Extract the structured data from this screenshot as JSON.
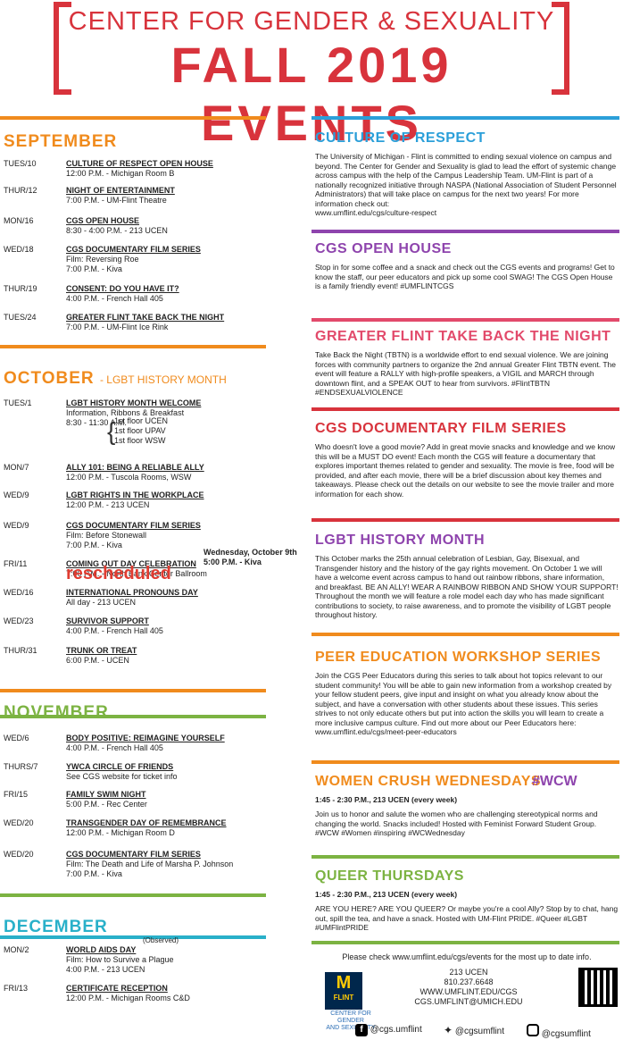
{
  "header": {
    "line1": "CENTER FOR GENDER & SEXUALITY",
    "line2": "FALL 2019 EVENTS"
  },
  "months": {
    "sep": "SEPTEMBER",
    "oct": "OCTOBER",
    "oct_sub": "- LGBT HISTORY MONTH",
    "nov": "NOVEMBER",
    "dec": "DECEMBER"
  },
  "sep": [
    {
      "date": "TUES/10",
      "name": "CULTURE OF RESPECT OPEN HOUSE",
      "l2": "12:00 P.M. - Michigan Room B",
      "l3": ""
    },
    {
      "date": "THUR/12",
      "name": "NIGHT OF ENTERTAINMENT",
      "l2": "7:00 P.M. - UM-Flint Theatre",
      "l3": ""
    },
    {
      "date": "MON/16",
      "name": "CGS OPEN HOUSE",
      "l2": "8:30 - 4:00 P.M. - 213 UCEN",
      "l3": ""
    },
    {
      "date": "WED/18",
      "name": "CGS DOCUMENTARY FILM SERIES",
      "l2": "Film: Reversing Roe",
      "l3": "7:00 P.M. - Kiva"
    },
    {
      "date": "THUR/19",
      "name": "CONSENT: DO YOU HAVE IT?",
      "l2": "4:00 P.M. - French Hall 405",
      "l3": ""
    },
    {
      "date": "TUES/24",
      "name": "GREATER FLINT TAKE BACK THE NIGHT",
      "l2": "7:00 P.M. - UM-Flint Ice Rink",
      "l3": ""
    }
  ],
  "oct": [
    {
      "date": "TUES/1",
      "name": "LGBT HISTORY MONTH WELCOME",
      "l2": "Information, Ribbons & Breakfast",
      "l3": "8:30 - 11:30 A.M."
    },
    {
      "date": "MON/7",
      "name": "ALLY 101: BEING A RELIABLE ALLY",
      "l2": "12:00 P.M. - Tuscola Rooms, WSW",
      "l3": ""
    },
    {
      "date": "WED/9",
      "name": "LGBT RIGHTS IN THE WORKPLACE",
      "l2": "12:00 P.M. - 213 UCEN",
      "l3": ""
    },
    {
      "date": "WED/9",
      "name": "CGS DOCUMENTARY FILM SERIES",
      "l2": "Film: Before Stonewall",
      "l3": "7:00 P.M. - Kiva"
    },
    {
      "date": "FRI/11",
      "name": "COMING OUT DAY CELEBRATION",
      "l2": "7:00 P.M. - North Bank Center Ballroom",
      "l3": ""
    },
    {
      "date": "WED/16",
      "name": "INTERNATIONAL PRONOUNS DAY",
      "l2": "All day - 213 UCEN",
      "l3": ""
    },
    {
      "date": "WED/23",
      "name": "SURVIVOR SUPPORT",
      "l2": "4:00 P.M. - French Hall 405",
      "l3": ""
    },
    {
      "date": "THUR/31",
      "name": "TRUNK OR TREAT",
      "l2": "6:00 P.M. - UCEN",
      "l3": ""
    }
  ],
  "floors": [
    "1st floor UCEN",
    "1st floor UPAV",
    "1st floor WSW"
  ],
  "resched": {
    "word": "rescheduled",
    "date": "Wednesday, October 9th",
    "time": "5:00 P.M. - Kiva"
  },
  "nov": [
    {
      "date": "WED/6",
      "name": "BODY POSITIVE: REIMAGINE YOURSELF",
      "l2": "4:00 P.M. - French Hall 405",
      "l3": ""
    },
    {
      "date": "THURS/7",
      "name": "YWCA CIRCLE OF FRIENDS",
      "l2": "See CGS website for ticket info",
      "l3": ""
    },
    {
      "date": "FRI/15",
      "name": "FAMILY SWIM NIGHT",
      "l2": "5:00 P.M. - Rec Center",
      "l3": ""
    },
    {
      "date": "WED/20",
      "name": "TRANSGENDER DAY OF REMEMBRANCE",
      "l2": "12:00 P.M. - Michigan Room D",
      "l3": ""
    },
    {
      "date": "WED/20",
      "name": "CGS DOCUMENTARY FILM SERIES",
      "l2": "Film: The Death and Life of Marsha P. Johnson",
      "l3": "7:00 P.M. - Kiva"
    }
  ],
  "dec": [
    {
      "date": "MON/2",
      "name": "WORLD AIDS DAY",
      "l2": "Film: How to Survive a Plague",
      "l3": "4:00 P.M. - 213 UCEN"
    },
    {
      "date": "FRI/13",
      "name": "CERTIFICATE RECEPTION",
      "l2": "12:00 P.M. - Michigan Rooms C&D",
      "l3": ""
    }
  ],
  "observed": "(Observed)",
  "sections": [
    {
      "title": "CULTURE OF RESPECT",
      "text": "The University of Michigan - Flint is committed to ending sexual violence on campus and beyond. The Center for Gender and Sexuality is glad to lead the effort of systemic change across campus with the help of the Campus Leadership Team. UM-Flint is part of a nationally recognized initiative through NASPA (National Association of Student Personnel Administrators) that will take place on campus for the next two years! For more information check out:",
      "link": "www.umflint.edu/cgs/culture-respect"
    },
    {
      "title": "CGS OPEN HOUSE",
      "text": "Stop in for some coffee and a snack and check out the CGS events and programs! Get to know the staff, our peer educators and pick up some cool SWAG! The CGS Open House is a family friendly event! #UMFLINTCGS",
      "link": ""
    },
    {
      "title": "GREATER FLINT TAKE BACK THE NIGHT",
      "text": "Take Back the Night (TBTN) is a worldwide effort to end sexual violence. We are joining forces with community partners to organize the 2nd annual Greater Flint TBTN event. The event will feature a RALLY with high-profile speakers, a VIGIL and MARCH through downtown flint, and a SPEAK OUT to hear from survivors. #FlintTBTN #ENDSEXUALVIOLENCE",
      "link": ""
    },
    {
      "title": "CGS DOCUMENTARY FILM SERIES",
      "text": "Who doesn't love a good movie? Add in great movie snacks and knowledge and we know this will be a MUST DO event! Each month the CGS will feature a documentary that explores important themes related to gender and sexuality. The movie is free, food will be provided, and after each movie, there will be a brief discussion about key themes and takeaways. Please check out the details on our website to see the movie trailer and more information for each show.",
      "link": ""
    },
    {
      "title": "LGBT HISTORY MONTH",
      "text": "This October marks the 25th annual celebration of Lesbian, Gay, Bisexual, and Transgender history and the history of the gay rights movement. On October 1 we will have a welcome event across campus to hand out rainbow ribbons, share information, and breakfast. BE AN ALLY! WEAR A RAINBOW RIBBON AND SHOW YOUR SUPPORT! Throughout the month we will feature a role model each day who has made significant contributions to society, to raise awareness, and to promote the visibility of LGBT people throughout history.",
      "link": ""
    },
    {
      "title": "PEER EDUCATION WORKSHOP SERIES",
      "text": "Join the CGS Peer Educators during this series to talk about hot topics relevant to our student community! You will be able to gain new information from a workshop created by your fellow student peers, give input and insight on what you already know about the subject, and have a conversation with other students about these issues. This series strives to not only educate others but put into action the skills you will learn to create a more inclusive campus culture. Find out more about our Peer Educators here:",
      "link": "www.umflint.edu/cgs/meet-peer-educators"
    },
    {
      "title": "WOMEN CRUSH WEDNESDAYS",
      "text": "Join us to honor and salute the women who are challenging stereotypical norms and changing the world. Snacks included! Hosted with Feminist Forward Student Group. #WCW #Women #inspiring #WCWednesday",
      "link": "",
      "when": "1:45 - 2:30 P.M., 213 UCEN (every week)",
      "tag": "#WCW"
    },
    {
      "title": "QUEER THURSDAYS",
      "text": "ARE YOU HERE? ARE YOU QUEER? Or maybe you're a cool Ally? Stop by to chat, hang out, spill the tea, and have a snack. Hosted with UM-Flint PRIDE. #Queer #LGBT #UMFlintPRIDE",
      "link": "",
      "when": "1:45 - 2:30 P.M., 213 UCEN (every week)"
    }
  ],
  "footer": {
    "note": "Please check www.umflint.edu/cgs/events for the most up to date info.",
    "room": "213 UCEN",
    "phone": "810.237.6648",
    "web": "WWW.UMFLINT.EDU/CGS",
    "email": "CGS.UMFLINT@UMICH.EDU",
    "logo1": "CENTER FOR GENDER",
    "logo2": "AND SEXUALITY",
    "fb": "@cgs.umflint",
    "tw": "@cgsumflint",
    "ig": "@cgsumflint",
    "m": "M",
    "flint": "FLINT"
  },
  "colors": {
    "red": "#d8333c",
    "orange": "#f08b1d",
    "blue": "#2b9fd9",
    "purple": "#8e44ad",
    "pink": "#e24a6b",
    "green": "#7cb342",
    "teal": "#29b0c9",
    "navy": "#00274c"
  }
}
